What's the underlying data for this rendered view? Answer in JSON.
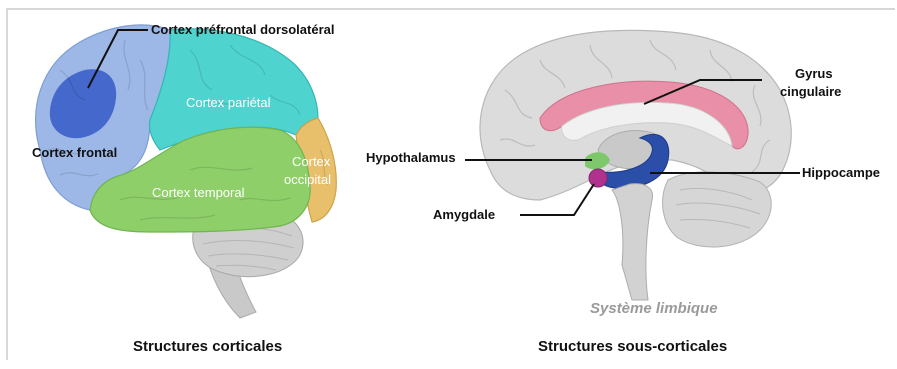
{
  "left_panel": {
    "dlpfc": "Cortex préfrontal dorsolatéral",
    "frontal": "Cortex frontal",
    "parietal": "Cortex pariétal",
    "temporal": "Cortex temporal",
    "occipital_line1": "Cortex",
    "occipital_line2": "occipital",
    "caption": "Structures corticales"
  },
  "right_panel": {
    "gyrus_line1": "Gyrus",
    "gyrus_line2": "cingulaire",
    "hypothalamus": "Hypothalamus",
    "hippocampe": "Hippocampe",
    "amygdale": "Amygdale",
    "system": "Système limbique",
    "caption": "Structures sous-corticales"
  },
  "colors": {
    "frontal": "#9db8e6",
    "dlpfc": "#3f63c9",
    "parietal": "#4fd3cf",
    "temporal": "#8fcf6a",
    "occipital": "#e8c06c",
    "cerebellum": "#cfcfcf",
    "brain_gray": "#dcdcdc",
    "cingulate": "#e98fa8",
    "hippocampus": "#2b4ea8",
    "amygdala": "#b0328f",
    "hypothalamus": "#7cc86a"
  }
}
